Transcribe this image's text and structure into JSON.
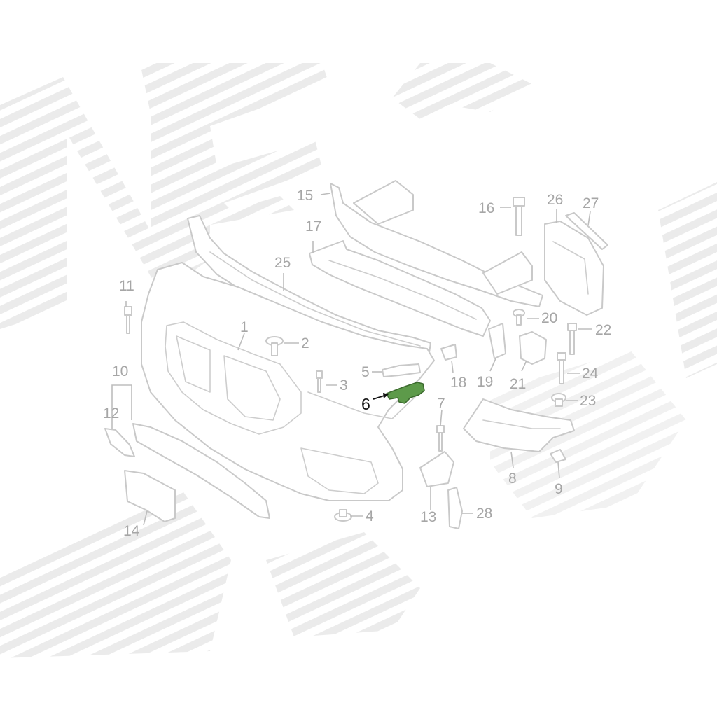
{
  "diagram": {
    "highlight_color": "#5d9a4a",
    "highlighted_part": "6",
    "callouts": [
      {
        "id": "c1",
        "label": "1"
      },
      {
        "id": "c2",
        "label": "2"
      },
      {
        "id": "c3",
        "label": "3"
      },
      {
        "id": "c4",
        "label": "4"
      },
      {
        "id": "c5",
        "label": "5"
      },
      {
        "id": "c6",
        "label": "6"
      },
      {
        "id": "c7",
        "label": "7"
      },
      {
        "id": "c8",
        "label": "8"
      },
      {
        "id": "c9",
        "label": "9"
      },
      {
        "id": "c10",
        "label": "10"
      },
      {
        "id": "c11",
        "label": "11"
      },
      {
        "id": "c12",
        "label": "12"
      },
      {
        "id": "c13",
        "label": "13"
      },
      {
        "id": "c14",
        "label": "14"
      },
      {
        "id": "c15",
        "label": "15"
      },
      {
        "id": "c16",
        "label": "16"
      },
      {
        "id": "c17",
        "label": "17"
      },
      {
        "id": "c18",
        "label": "18"
      },
      {
        "id": "c19",
        "label": "19"
      },
      {
        "id": "c20",
        "label": "20"
      },
      {
        "id": "c21",
        "label": "21"
      },
      {
        "id": "c22",
        "label": "22"
      },
      {
        "id": "c23",
        "label": "23"
      },
      {
        "id": "c24",
        "label": "24"
      },
      {
        "id": "c25",
        "label": "25"
      },
      {
        "id": "c26",
        "label": "26"
      },
      {
        "id": "c27",
        "label": "27"
      },
      {
        "id": "c28",
        "label": "28"
      }
    ]
  }
}
